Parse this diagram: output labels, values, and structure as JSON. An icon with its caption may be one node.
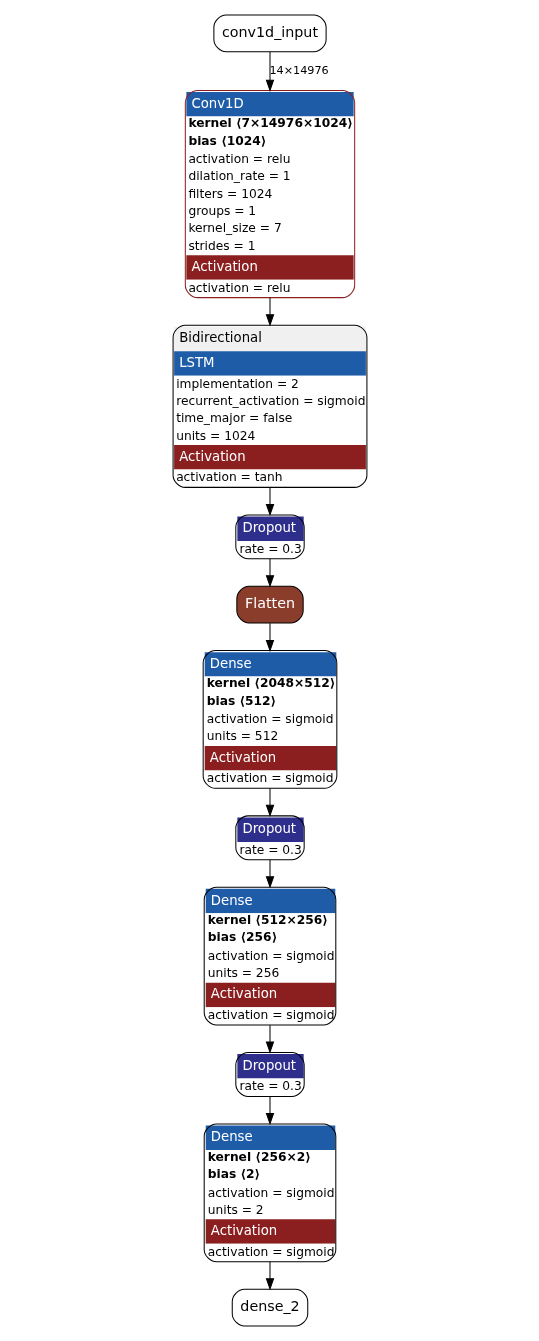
{
  "diagram": {
    "nodes": [
      {
        "text": [
          "conv1d_input"
        ]
      },
      {
        "text": [
          "Conv1D",
          "kernel ⟨7×14976×1024⟩",
          "bias ⟨1024⟩",
          "activation = relu",
          "dilation_rate = 1",
          "filters = 1024",
          "groups = 1",
          "kernel_size = 7",
          "strides = 1",
          "Activation",
          "activation = relu"
        ]
      },
      {
        "text": [
          "Bidirectional",
          "LSTM",
          "implementation = 2",
          "recurrent_activation = sigmoid",
          "time_major = false",
          "units = 1024",
          "Activation",
          "activation = tanh"
        ]
      },
      {
        "text": [
          "Dropout",
          "rate = 0.3"
        ]
      },
      {
        "text": [
          "Flatten"
        ]
      },
      {
        "text": [
          "Dense",
          "kernel ⟨2048×512⟩",
          "bias ⟨512⟩",
          "activation = sigmoid",
          "units = 512",
          "Activation",
          "activation = sigmoid"
        ]
      },
      {
        "text": [
          "Dropout",
          "rate = 0.3"
        ]
      },
      {
        "text": [
          "Dense",
          "kernel ⟨512×256⟩",
          "bias ⟨256⟩",
          "activation = sigmoid",
          "units = 256",
          "Activation",
          "activation = sigmoid"
        ]
      },
      {
        "text": [
          "Dropout",
          "rate = 0.3"
        ]
      },
      {
        "text": [
          "Dense",
          "kernel ⟨256×2⟩",
          "bias ⟨2⟩",
          "activation = sigmoid",
          "units = 2",
          "Activation",
          "activation = sigmoid"
        ]
      },
      {
        "text": [
          "dense_2"
        ]
      }
    ],
    "edges": [
      {
        "from": 0,
        "to": 1,
        "arrow": "to",
        "label": "14×14976"
      },
      {
        "from": 1,
        "to": 2,
        "arrow": "to"
      },
      {
        "from": 2,
        "to": 3,
        "arrow": "to"
      },
      {
        "from": 3,
        "to": 4,
        "arrow": "to"
      },
      {
        "from": 4,
        "to": 5,
        "arrow": "to"
      },
      {
        "from": 5,
        "to": 6,
        "arrow": "to"
      },
      {
        "from": 6,
        "to": 7,
        "arrow": "to"
      },
      {
        "from": 7,
        "to": 8,
        "arrow": "to"
      },
      {
        "from": 8,
        "to": 9,
        "arrow": "to"
      },
      {
        "from": 9,
        "to": 10,
        "arrow": "to"
      }
    ]
  }
}
